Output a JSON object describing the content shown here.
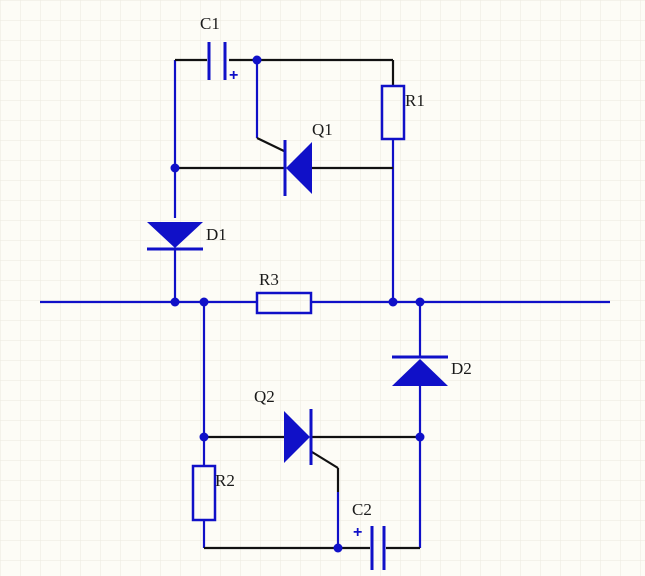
{
  "colors": {
    "background": "#fdfcf6",
    "grid": "#ebe9df",
    "wire_blue": "#1010c8",
    "wire_black": "#111111",
    "component": "#1010c8",
    "label": "#1a1a1a"
  },
  "labels": {
    "c1": "C1",
    "r1": "R1",
    "q1": "Q1",
    "d1": "D1",
    "r3": "R3",
    "d2": "D2",
    "q2": "Q2",
    "r2": "R2",
    "c2": "C2",
    "c1_polarity": "+",
    "c2_polarity": "+"
  }
}
